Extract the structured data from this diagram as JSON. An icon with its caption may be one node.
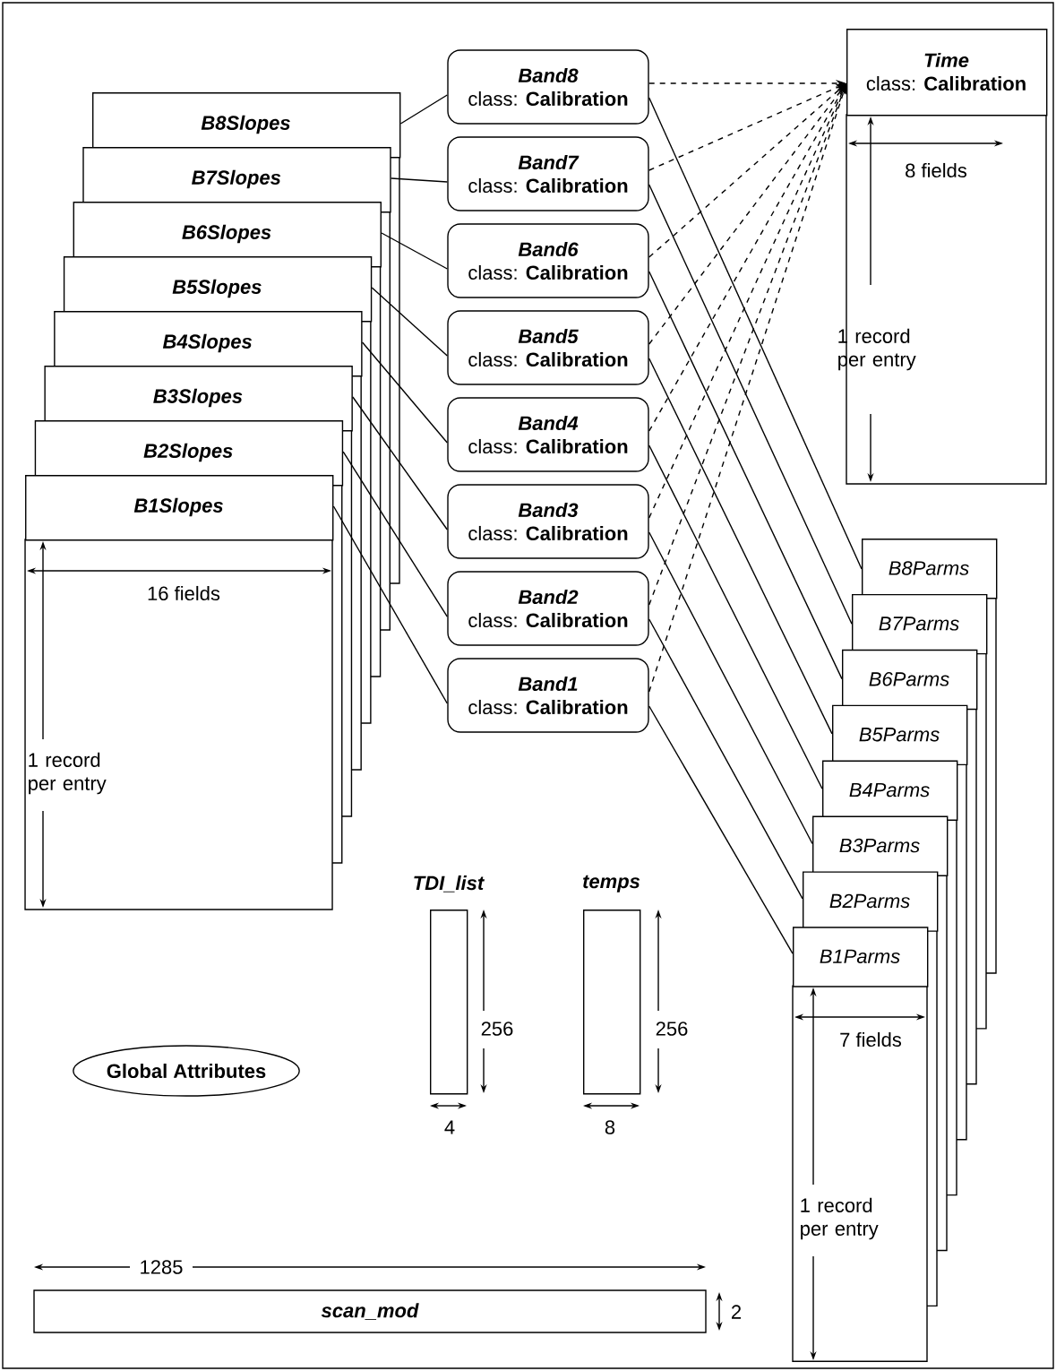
{
  "diagram": {
    "nodes": [
      {
        "text": [
          "B8Slopes"
        ]
      },
      {
        "text": [
          "B7Slopes"
        ]
      },
      {
        "text": [
          "B6Slopes"
        ]
      },
      {
        "text": [
          "B5Slopes"
        ]
      },
      {
        "text": [
          "B4Slopes"
        ]
      },
      {
        "text": [
          "B3Slopes"
        ]
      },
      {
        "text": [
          "B2Slopes"
        ]
      },
      {
        "text": [
          "B1Slopes"
        ]
      },
      {
        "text": [
          "Band8",
          "class: **Calibration**"
        ]
      },
      {
        "text": [
          "Band7",
          "class: **Calibration**"
        ]
      },
      {
        "text": [
          "Band6",
          "class: **Calibration**"
        ]
      },
      {
        "text": [
          "Band5",
          "class: **Calibration**"
        ]
      },
      {
        "text": [
          "Band4",
          "class: **Calibration**"
        ]
      },
      {
        "text": [
          "Band3",
          "class: **Calibration**"
        ]
      },
      {
        "text": [
          "Band2",
          "class: **Calibration**"
        ]
      },
      {
        "text": [
          "Band1",
          "class: **Calibration**"
        ]
      },
      {
        "text": [
          "Time",
          "class: **Calibration**"
        ]
      },
      {
        "text": [
          "B8Parms"
        ]
      },
      {
        "text": [
          "B7Parms"
        ]
      },
      {
        "text": [
          "B6Parms"
        ]
      },
      {
        "text": [
          "B5Parms"
        ]
      },
      {
        "text": [
          "B4Parms"
        ]
      },
      {
        "text": [
          "B3Parms"
        ]
      },
      {
        "text": [
          "B2Parms"
        ]
      },
      {
        "text": [
          "B1Parms"
        ]
      },
      {
        "text": [
          "TDI_list"
        ]
      },
      {
        "text": [
          "temps"
        ]
      },
      {
        "text": [
          "Global Attributes"
        ]
      },
      {
        "text": [
          "scan_mod"
        ]
      }
    ],
    "edges": [
      {
        "from": 0,
        "to": 8,
        "arrow": "none"
      },
      {
        "from": 1,
        "to": 9,
        "arrow": "none"
      },
      {
        "from": 2,
        "to": 10,
        "arrow": "none"
      },
      {
        "from": 3,
        "to": 11,
        "arrow": "none"
      },
      {
        "from": 4,
        "to": 12,
        "arrow": "none"
      },
      {
        "from": 5,
        "to": 13,
        "arrow": "none"
      },
      {
        "from": 6,
        "to": 14,
        "arrow": "none"
      },
      {
        "from": 7,
        "to": 15,
        "arrow": "none"
      },
      {
        "from": 8,
        "to": 16,
        "arrow": "to",
        "style": "dashed"
      },
      {
        "from": 9,
        "to": 16,
        "arrow": "to",
        "style": "dashed"
      },
      {
        "from": 10,
        "to": 16,
        "arrow": "to",
        "style": "dashed"
      },
      {
        "from": 11,
        "to": 16,
        "arrow": "to",
        "style": "dashed"
      },
      {
        "from": 12,
        "to": 16,
        "arrow": "to",
        "style": "dashed"
      },
      {
        "from": 13,
        "to": 16,
        "arrow": "to",
        "style": "dashed"
      },
      {
        "from": 14,
        "to": 16,
        "arrow": "to",
        "style": "dashed"
      },
      {
        "from": 15,
        "to": 16,
        "arrow": "to",
        "style": "dashed"
      },
      {
        "from": 8,
        "to": 17,
        "arrow": "none"
      },
      {
        "from": 9,
        "to": 18,
        "arrow": "none"
      },
      {
        "from": 10,
        "to": 19,
        "arrow": "none"
      },
      {
        "from": 11,
        "to": 20,
        "arrow": "none"
      },
      {
        "from": 12,
        "to": 21,
        "arrow": "none"
      },
      {
        "from": 13,
        "to": 22,
        "arrow": "none"
      },
      {
        "from": 14,
        "to": 23,
        "arrow": "none"
      },
      {
        "from": 15,
        "to": 24,
        "arrow": "none"
      }
    ],
    "labels": [
      "8 fields",
      "1 record per entry",
      "16 fields",
      "1 record per entry",
      "256",
      "4",
      "256",
      "8",
      "7 fields",
      "1 record per entry",
      "1285",
      "2"
    ]
  }
}
